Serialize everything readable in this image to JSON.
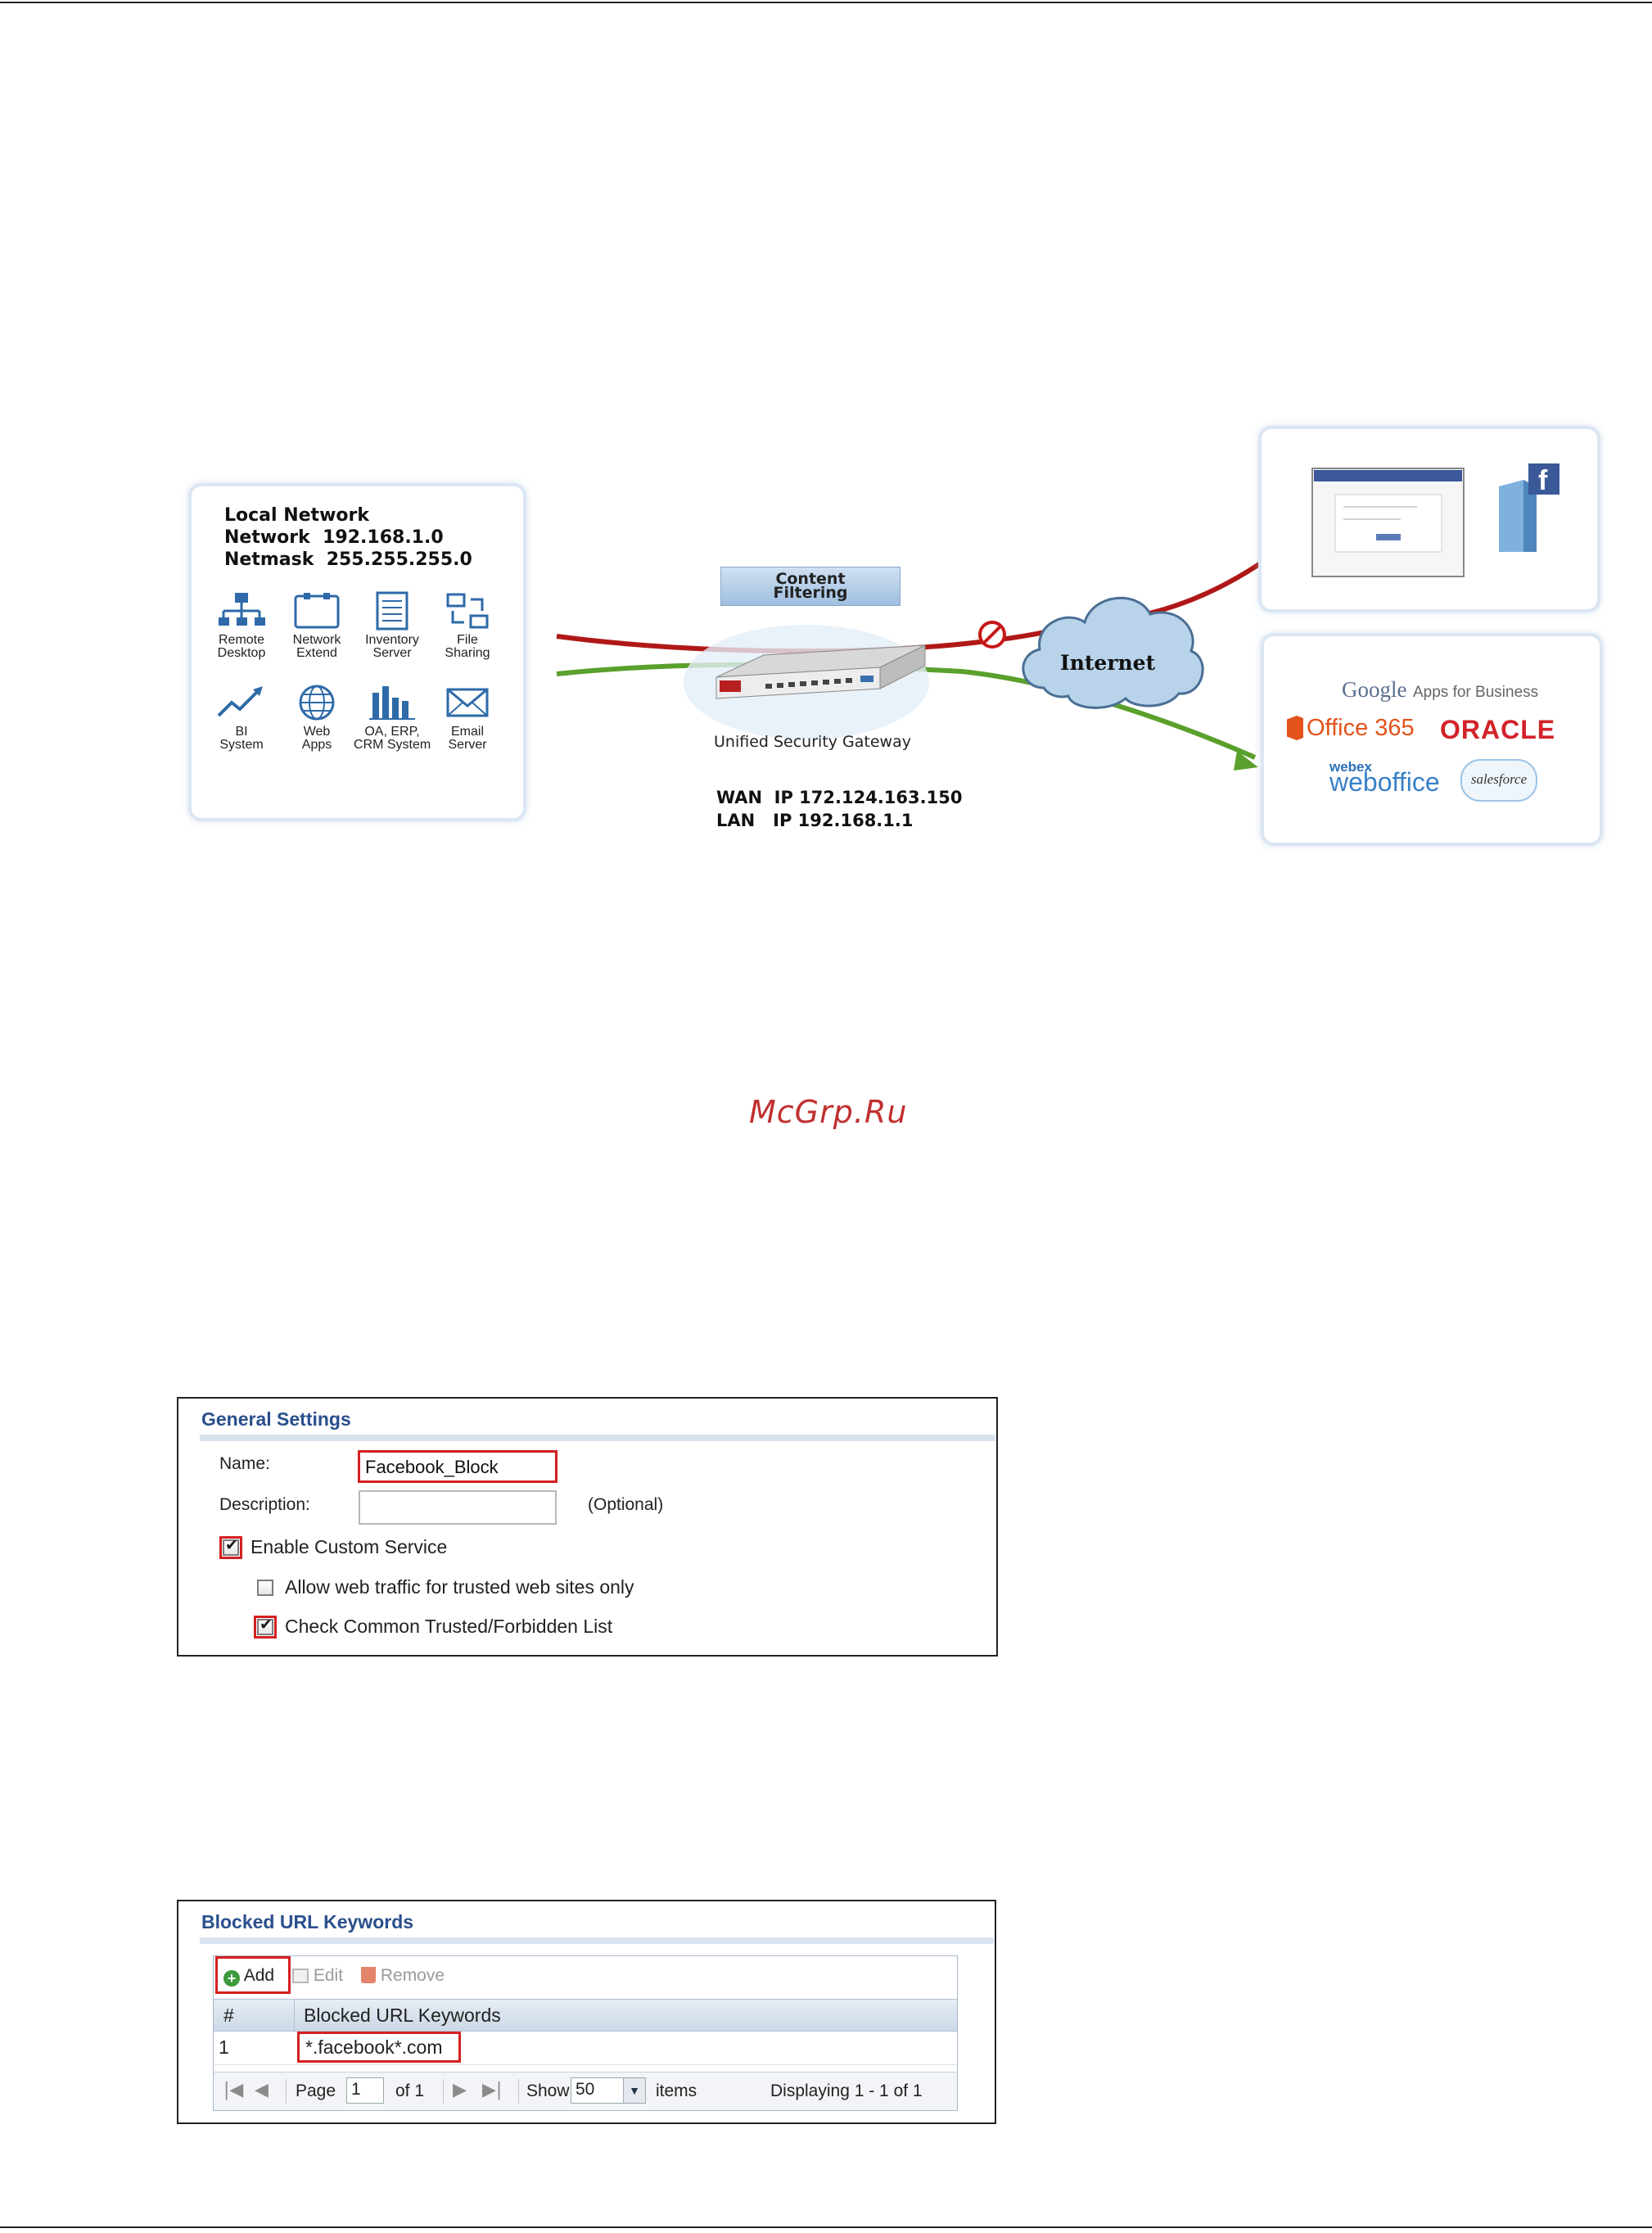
{
  "diagram": {
    "local_network": {
      "heading": "Local Network",
      "network_label": "Network",
      "network_value": "192.168.1.0",
      "netmask_label": "Netmask",
      "netmask_value": "255.255.255.0",
      "apps": [
        {
          "label": "Remote\nDesktop",
          "icon": "remote-desktop-icon"
        },
        {
          "label": "Network\nExtend",
          "icon": "network-extend-icon"
        },
        {
          "label": "Inventory\nServer",
          "icon": "inventory-server-icon"
        },
        {
          "label": "File\nSharing",
          "icon": "file-sharing-icon"
        },
        {
          "label": "BI\nSystem",
          "icon": "bi-system-icon"
        },
        {
          "label": "Web\nApps",
          "icon": "web-apps-icon"
        },
        {
          "label": "OA, ERP,\nCRM System",
          "icon": "oa-erp-crm-icon"
        },
        {
          "label": "Email\nServer",
          "icon": "email-server-icon"
        }
      ]
    },
    "content_filtering": "Content\nFiltering",
    "gateway_label": "Unified Security Gateway",
    "wan_ip": "WAN  IP 172.124.163.150",
    "lan_ip": "LAN   IP 192.168.1.1",
    "internet_label": "Internet",
    "services": {
      "google": "Google",
      "google_suffix": "Apps for Business",
      "office": "Office 365",
      "oracle": "ORACLE",
      "webex": "webex",
      "weboffice": "weboffice",
      "salesforce": "salesforce"
    },
    "colors": {
      "blocked_line": "#b01818",
      "allowed_line": "#5aa02c",
      "cloud": "#b9d3ea"
    }
  },
  "watermark": "McGrp.Ru",
  "general_settings": {
    "title": "General Settings",
    "name_label": "Name:",
    "name_value": "Facebook_Block",
    "description_label": "Description:",
    "description_value": "",
    "optional_hint": "(Optional)",
    "enable_custom_service": {
      "label": "Enable Custom Service",
      "checked": true
    },
    "allow_trusted_only": {
      "label": "Allow web traffic for trusted web sites only",
      "checked": false
    },
    "check_common_list": {
      "label": "Check Common Trusted/Forbidden List",
      "checked": true
    }
  },
  "blocked_url_keywords": {
    "title": "Blocked URL Keywords",
    "toolbar": {
      "add": "Add",
      "edit": "Edit",
      "remove": "Remove"
    },
    "columns": [
      "#",
      "Blocked URL Keywords"
    ],
    "rows": [
      {
        "index": "1",
        "keyword": "*.facebook*.com"
      }
    ],
    "pager": {
      "page_label": "Page",
      "page_value": "1",
      "of_label": "of 1",
      "show_label": "Show",
      "show_value": "50",
      "items_label": "items",
      "displaying": "Displaying 1 - 1 of 1"
    }
  }
}
